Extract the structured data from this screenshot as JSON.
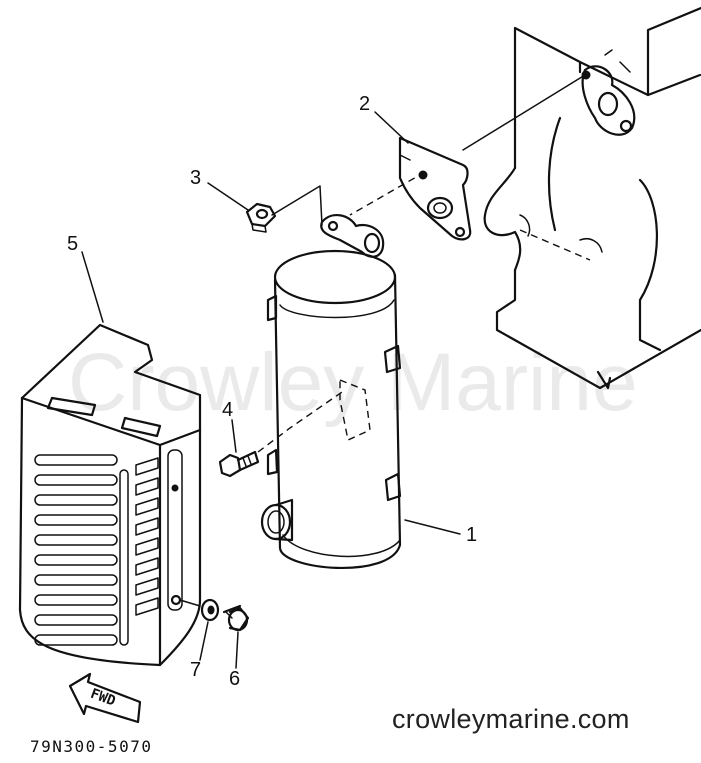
{
  "watermark": "Crowley Marine",
  "site_footer": "crowleymarine.com",
  "diagram_code": "79N300-5070",
  "fwd_label": "FWD",
  "callouts": [
    {
      "id": "1",
      "label": "1"
    },
    {
      "id": "2",
      "label": "2"
    },
    {
      "id": "3",
      "label": "3"
    },
    {
      "id": "4",
      "label": "4"
    },
    {
      "id": "5",
      "label": "5"
    },
    {
      "id": "6",
      "label": "6"
    },
    {
      "id": "7",
      "label": "7"
    }
  ]
}
